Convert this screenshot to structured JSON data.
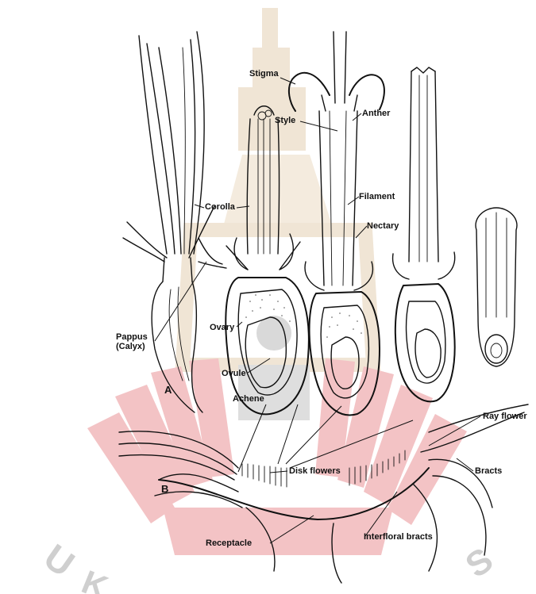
{
  "labels": {
    "stigma": "Stigma",
    "style": "Style",
    "anther": "Anther",
    "filament": "Filament",
    "nectary": "Nectary",
    "corolla": "Corolla",
    "ovary": "Ovary",
    "pappus": "Pappus",
    "calyx": "(Calyx)",
    "ovule": "Ovule",
    "achene": "Achene",
    "panel_a": "A",
    "panel_b": "B",
    "ray_flower": "Ray flower",
    "disk_flowers": "Disk flowers",
    "bracts": "Bracts",
    "receptacle": "Receptacle",
    "interfloral_bracts": "Interfloral bracts"
  },
  "colors": {
    "ink": "#111111",
    "watermark": "#c8202a",
    "watermark_tan": "#c9a26a"
  }
}
